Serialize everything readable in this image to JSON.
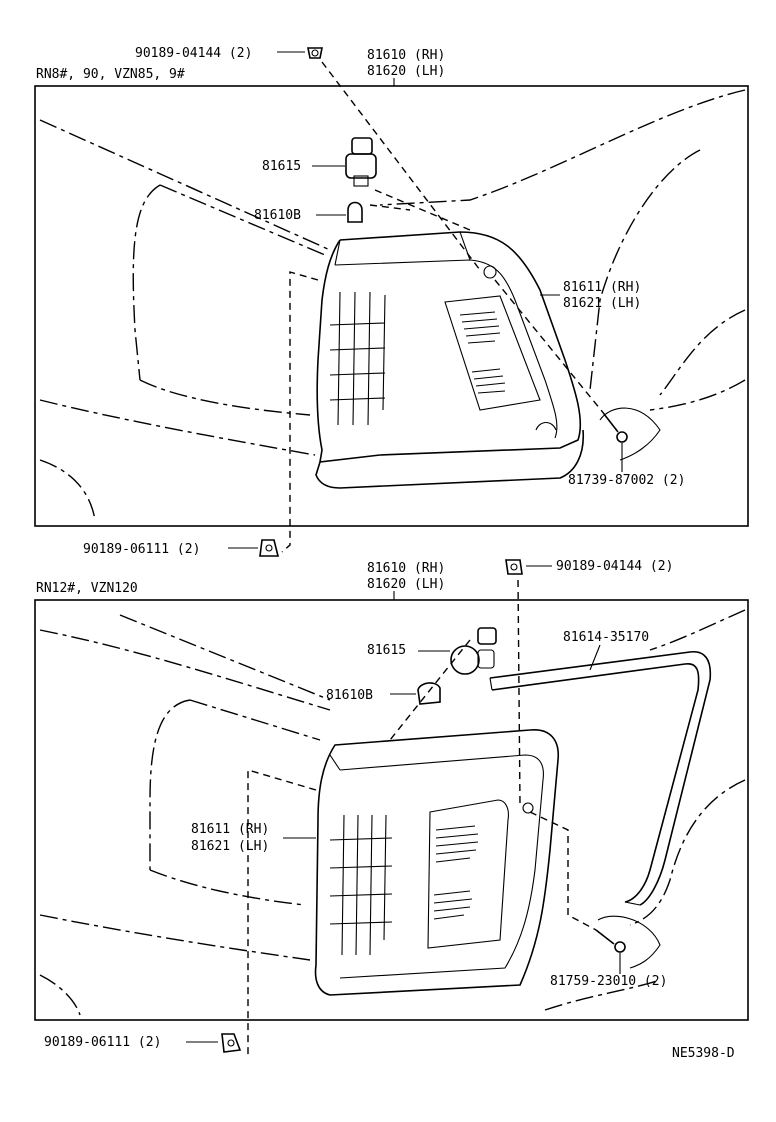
{
  "upper_panel": {
    "model_label": "RN8#, 90, VZN85, 9#",
    "assembly_rh": "81610 (RH)",
    "assembly_lh": "81620 (LH)",
    "clip_top": "90189-04144 (2)",
    "socket": "81615",
    "bulb": "81610B",
    "lens_rh": "81611 (RH)",
    "lens_lh": "81621 (LH)",
    "screw": "81739-87002 (2)",
    "clip_bottom": "90189-06111 (2)"
  },
  "lower_panel": {
    "model_label": "RN12#, VZN120",
    "assembly_rh": "81610 (RH)",
    "assembly_lh": "81620 (LH)",
    "clip_top": "90189-04144 (2)",
    "socket": "81615",
    "bulb": "81610B",
    "moulding": "81614-35170",
    "lens_rh": "81611 (RH)",
    "lens_lh": "81621 (LH)",
    "screw": "81759-23010 (2)",
    "clip_bottom": "90189-06111 (2)"
  },
  "diagram_code": "NE5398-D"
}
